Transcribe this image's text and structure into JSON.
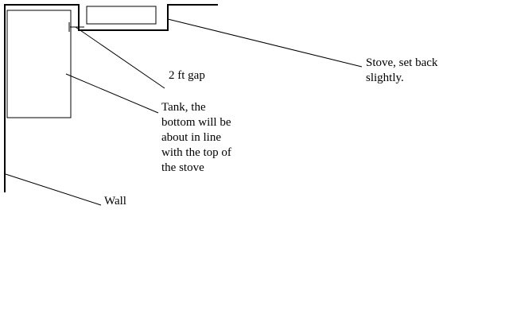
{
  "diagram": {
    "labels": {
      "gap": "2 ft gap",
      "stove": [
        "Stove, set back",
        "slightly."
      ],
      "tank": [
        "Tank, the",
        "bottom will be",
        "about in line",
        "with the top of",
        "the stove"
      ],
      "wall": "Wall"
    },
    "colors": {
      "stroke": "#000000",
      "background": "#ffffff"
    }
  }
}
